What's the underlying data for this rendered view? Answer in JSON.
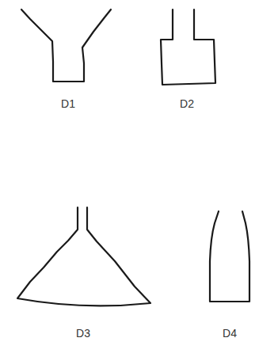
{
  "diagram": {
    "labels": [
      "D1",
      "D2",
      "D3",
      "D4"
    ]
  }
}
